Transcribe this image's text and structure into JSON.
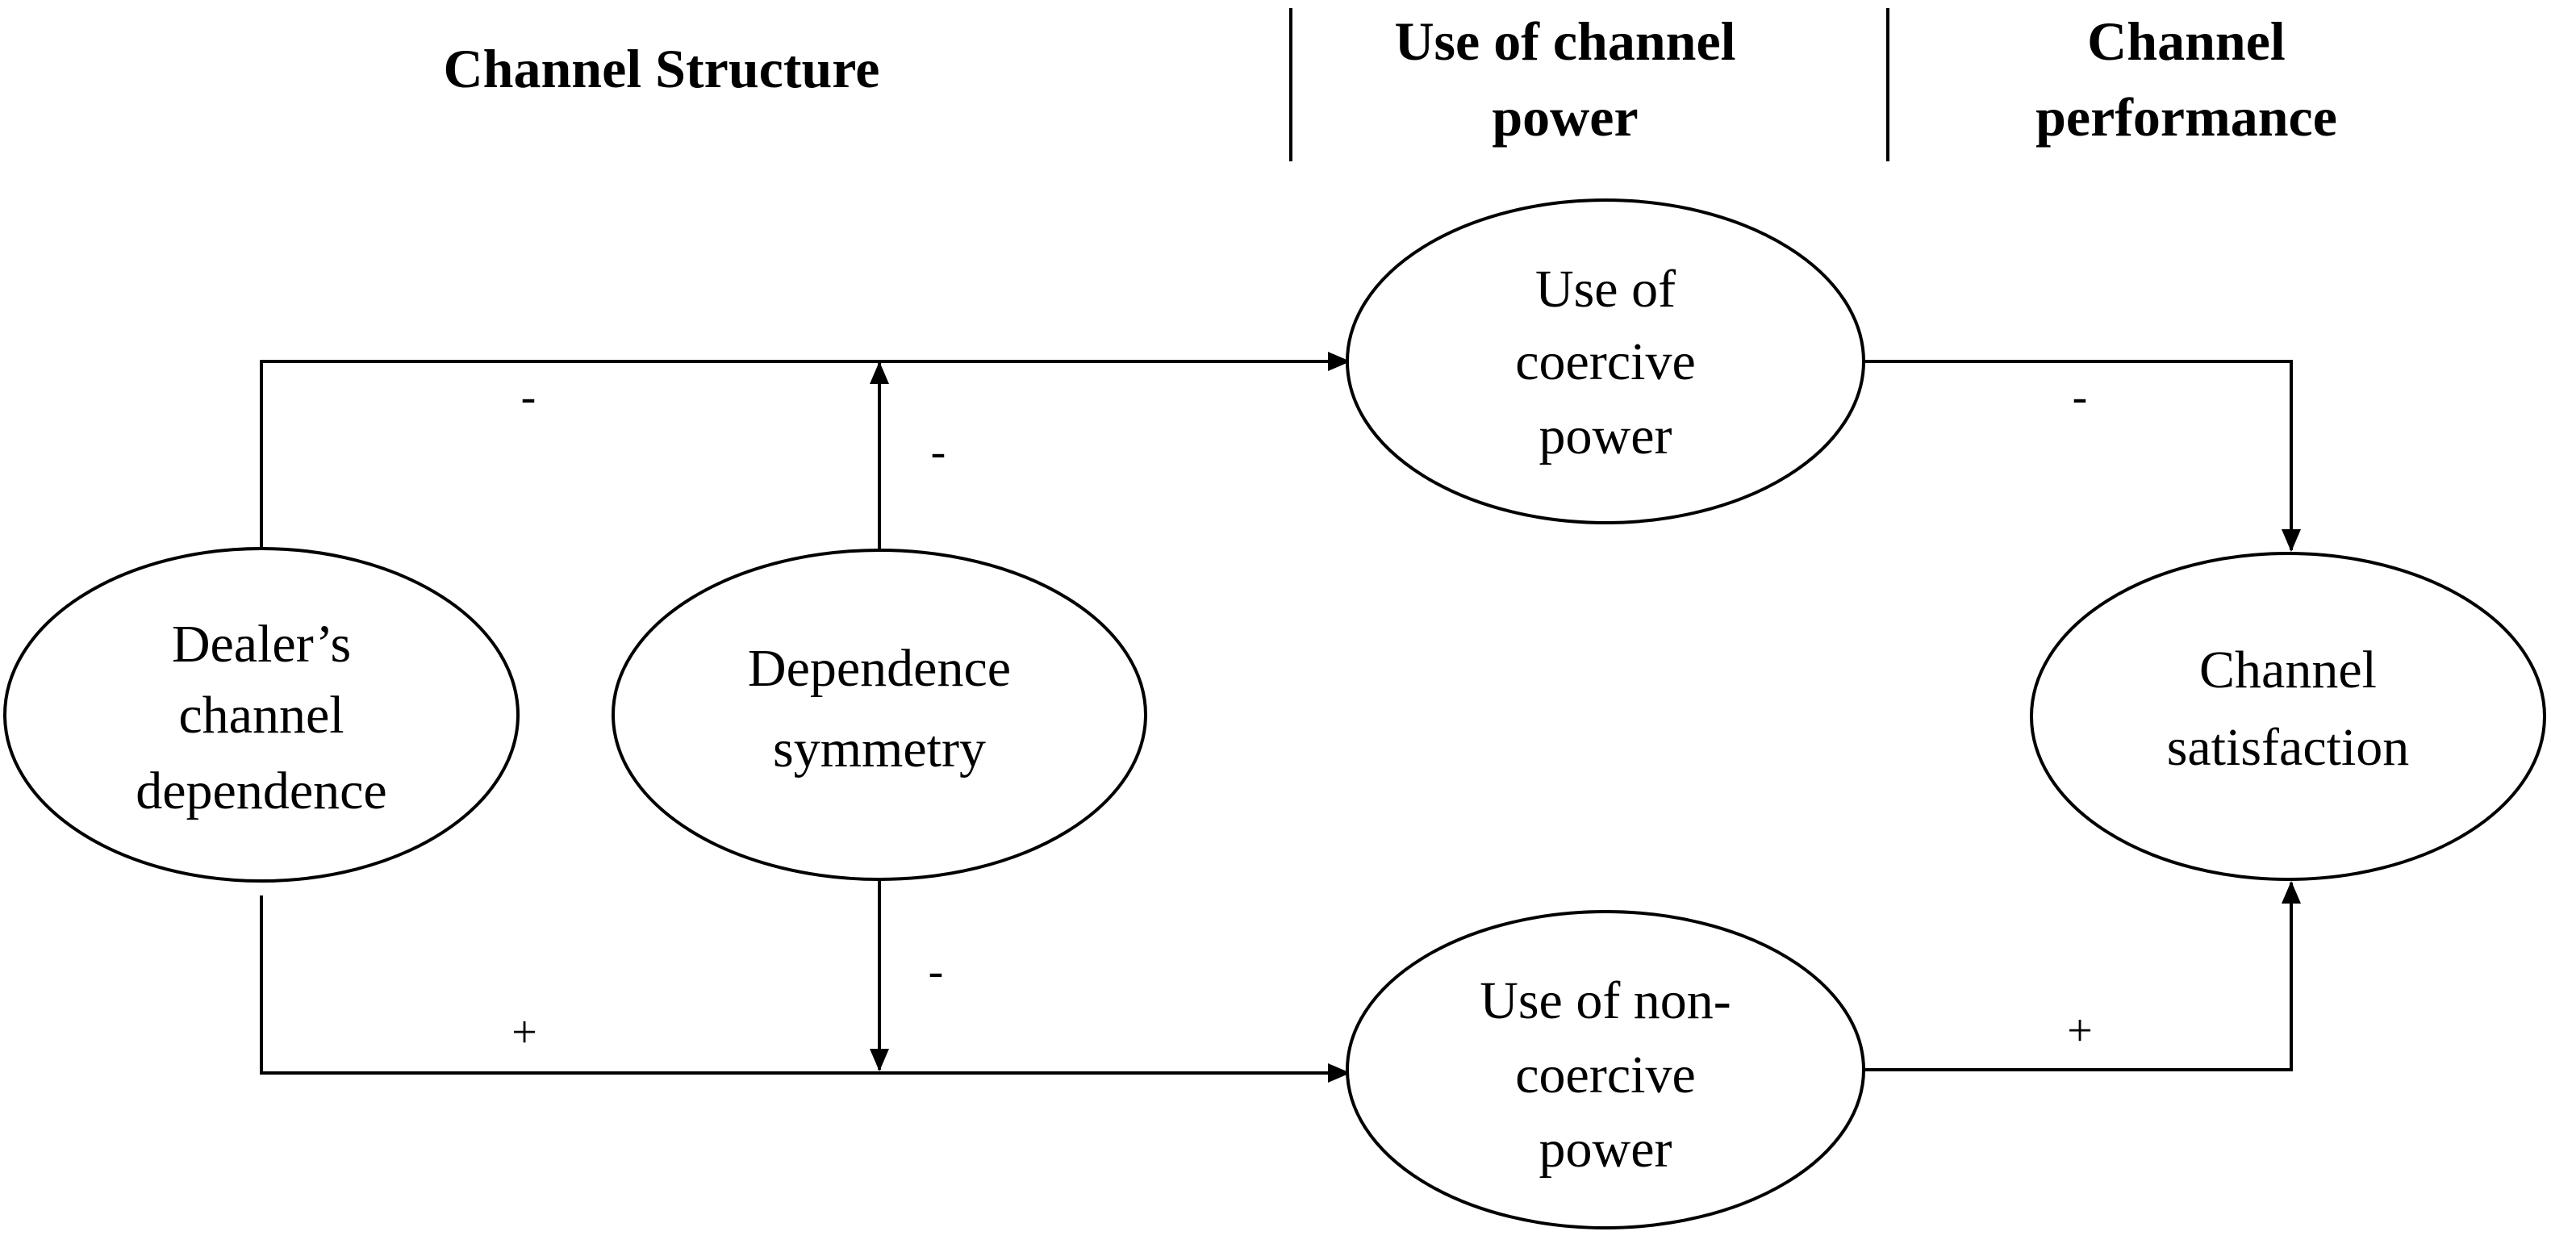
{
  "headers": {
    "structure": "Channel Structure",
    "power_line1": "Use of channel",
    "power_line2": "power",
    "performance_line1": "Channel",
    "performance_line2": "performance"
  },
  "nodes": {
    "dealer": [
      "Dealer’s",
      "channel",
      "dependence"
    ],
    "symmetry": [
      "Dependence",
      "symmetry"
    ],
    "coercive": [
      "Use of",
      "coercive",
      "power"
    ],
    "noncoercive": [
      "Use of non-",
      "coercive",
      "power"
    ],
    "satisfaction": [
      "Channel",
      "satisfaction"
    ]
  },
  "edges": {
    "dealer_to_coercive": "-",
    "symmetry_to_coercive": "-",
    "coercive_to_satisfaction": "-",
    "dealer_to_noncoercive": "+",
    "symmetry_to_noncoercive": "-",
    "noncoercive_to_satisfaction": "+"
  }
}
